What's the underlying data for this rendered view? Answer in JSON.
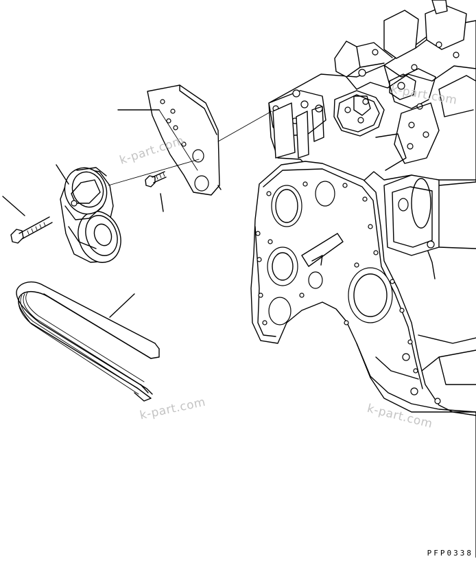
{
  "watermarks": [
    "k-part.com",
    "k-part.com",
    "k-part.com",
    "k-part.com"
  ],
  "drawing_code": "PFP0338"
}
